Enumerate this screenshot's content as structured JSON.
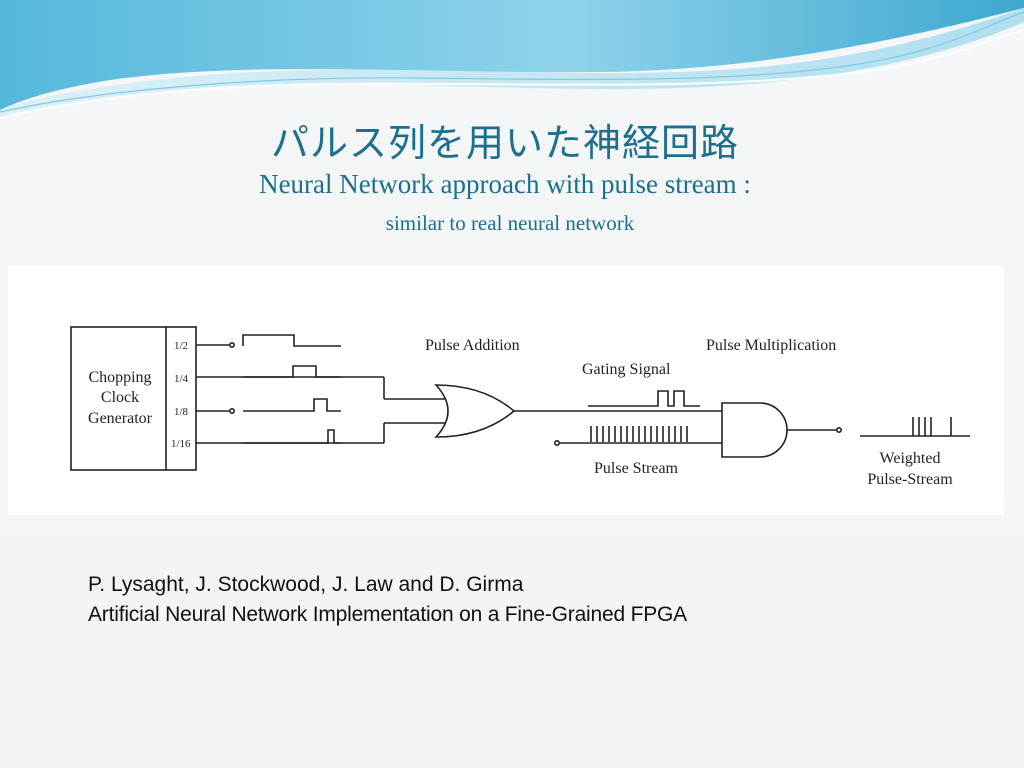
{
  "slide": {
    "title_jp": "パルス列を用いた神経回路",
    "title_en": "Neural Network approach with pulse stream :",
    "subtitle": "similar to real neural network"
  },
  "diagram": {
    "generator_label": [
      "Chopping",
      "Clock",
      "Generator"
    ],
    "ratios": [
      "1/2",
      "1/4",
      "1/8",
      "1/16"
    ],
    "pulse_addition": "Pulse Addition",
    "pulse_multiplication": "Pulse Multiplication",
    "gating_signal": "Gating Signal",
    "pulse_stream": "Pulse Stream",
    "output_label": [
      "Weighted",
      "Pulse-Stream"
    ]
  },
  "citation": {
    "authors": "P. Lysaght, J. Stockwood, J. Law and D. Girma",
    "paper_title": "Artificial Neural Network Implementation on a Fine-Grained FPGA"
  },
  "colors": {
    "title": "#1d6f8e",
    "wave_dark": "#4fb3d6",
    "wave_light": "#bfe6f2"
  }
}
